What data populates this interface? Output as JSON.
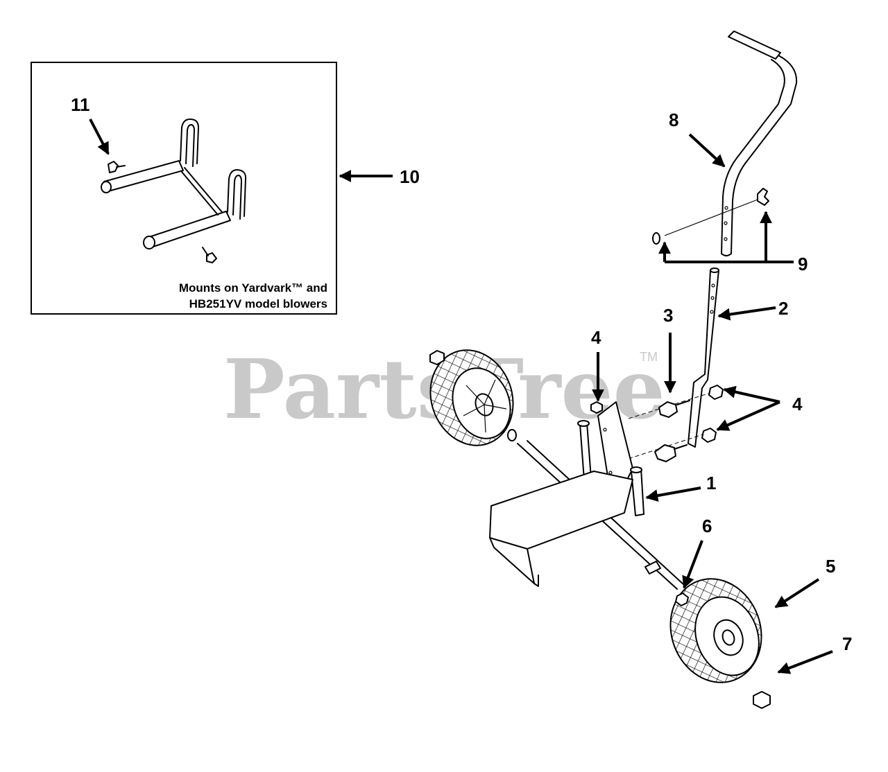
{
  "watermark": {
    "text": "PartsTree",
    "mark": "TM"
  },
  "inset": {
    "note_line1": "Mounts on Yardvark™ and",
    "note_line2": "HB251YV model blowers"
  },
  "callouts": {
    "c1": "1",
    "c2": "2",
    "c3": "3",
    "c4a": "4",
    "c4b": "4",
    "c5": "5",
    "c6": "6",
    "c7": "7",
    "c8": "8",
    "c9": "9",
    "c10": "10",
    "c11": "11"
  }
}
